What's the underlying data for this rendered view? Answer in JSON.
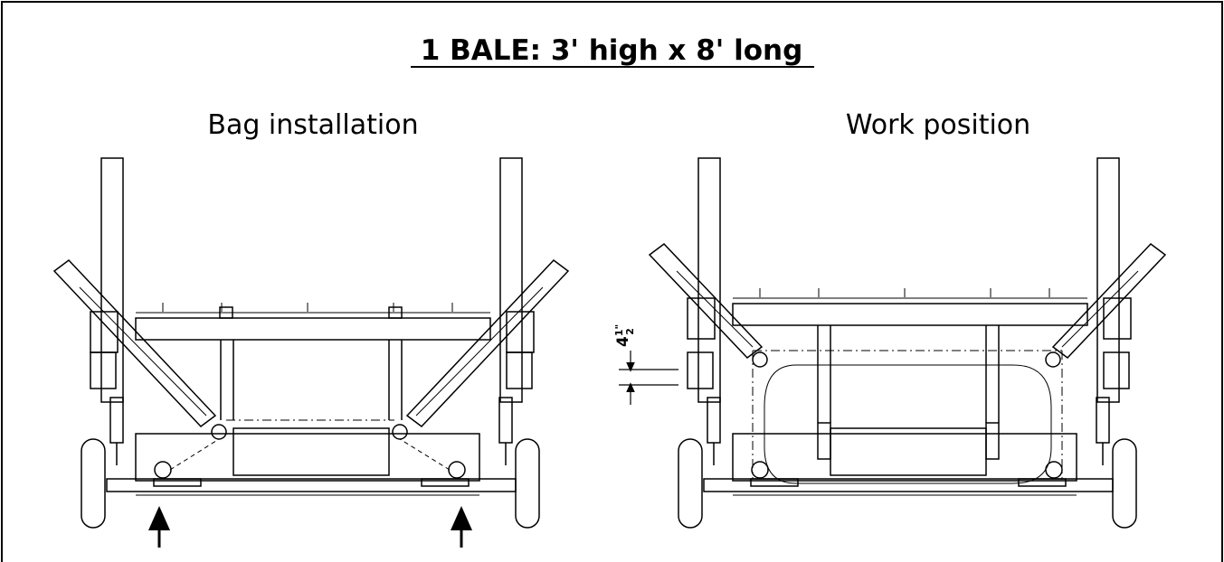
{
  "title": "1 BALE: 3' high x 8' long",
  "left_view": {
    "caption": "Bag installation"
  },
  "right_view": {
    "caption": "Work position"
  },
  "dimension": {
    "whole": "4",
    "num": "1",
    "den": "2",
    "unit": "\""
  }
}
